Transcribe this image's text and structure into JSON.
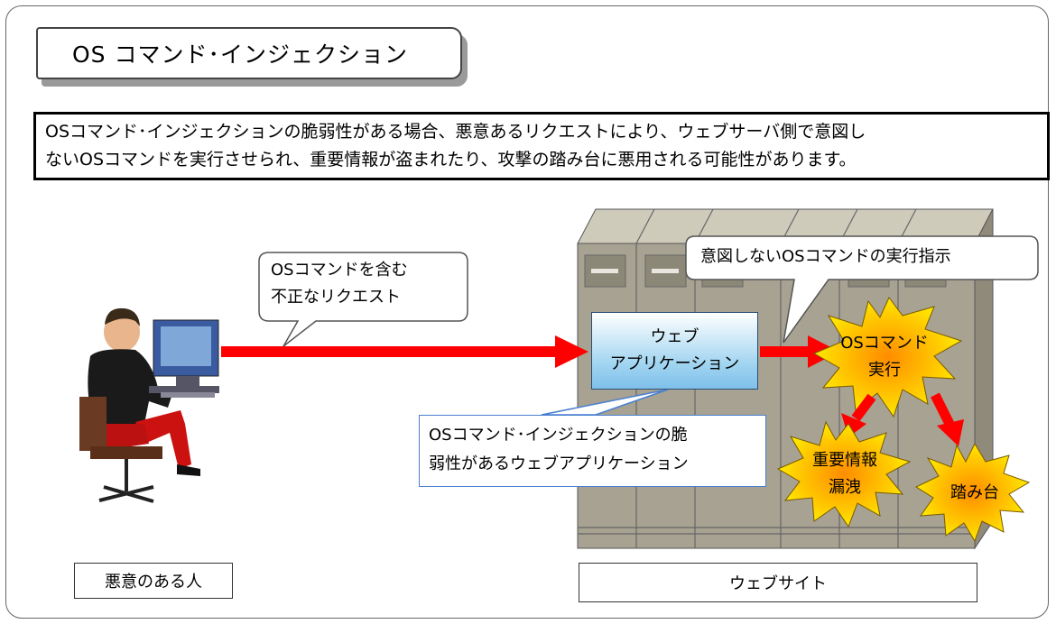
{
  "title": "OS コマンド･インジェクション",
  "description": "OSコマンド･インジェクションの脆弱性がある場合、悪意あるリクエストにより、ウェブサーバ側で意図し\nないOSコマンドを実行させられ、重要情報が盗まれたり、攻撃の踏み台に悪用される可能性があります。",
  "request_bubble": "OSコマンドを含む\n不正なリクエスト",
  "instruction_bubble": "意図しないOSコマンドの実行指示",
  "web_app": "ウェブ\nアプリケーション",
  "vulnerable_app": "OSコマンド･インジェクションの脆\n弱性があるウェブアプリケーション",
  "os_exec": "OSコマンド\n実行",
  "leak": "重要情報\n漏洩",
  "stepping_stone": "踏み台",
  "attacker_label": "悪意のある人",
  "website_label": "ウェブサイト",
  "colors": {
    "arrow": "#ff0000",
    "burst_yellow": "#ffff00",
    "burst_orange": "#ff9900",
    "rack": "#a7a291",
    "app_blue": "#9ed3f0"
  }
}
